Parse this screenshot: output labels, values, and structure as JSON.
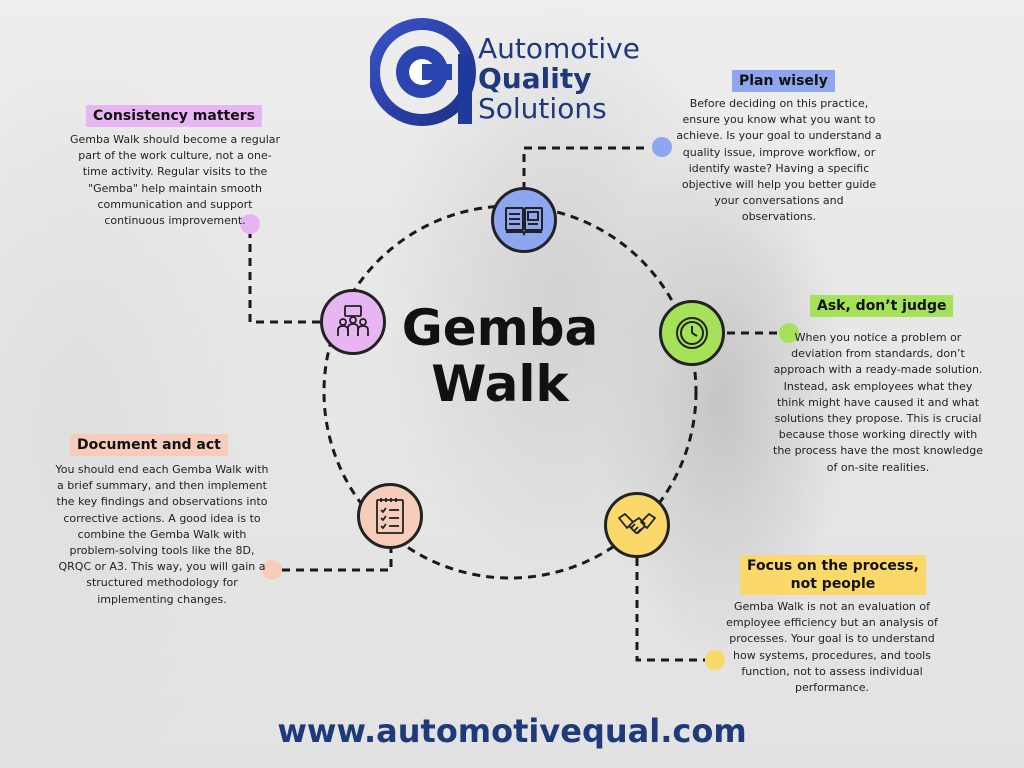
{
  "logo": {
    "line1": "Automotive",
    "line2": "Quality",
    "line3": "Solutions"
  },
  "center": {
    "line1": "Gemba",
    "line2": "Walk"
  },
  "sections": {
    "plan": {
      "title": "Plan wisely",
      "color": "#8ea5ef",
      "icon": "book-icon",
      "text": "Before deciding on this practice, ensure you know what you want to achieve. Is your goal to understand a quality issue, improve workflow, or identify waste? Having a specific objective will help you better guide your conversations and observations."
    },
    "consistency": {
      "title": "Consistency matters",
      "color": "#e7b6f2",
      "icon": "team-icon",
      "text": "Gemba Walk should become a regular part of the work culture, not a one-time activity. Regular visits to the \"Gemba\" help maintain smooth communication and support continuous improvement."
    },
    "ask": {
      "title": "Ask, don’t judge",
      "color": "#a6e15a",
      "icon": "clock-icon",
      "text": "When you notice a problem or deviation from standards, don’t approach with a ready-made solution. Instead, ask employees what they think might have caused it and what solutions they propose. This is crucial because those working directly with the process have the most knowledge of on-site realities."
    },
    "document": {
      "title": "Document and act",
      "color": "#f6cdbb",
      "icon": "checklist-icon",
      "text": "You should end each Gemba Walk with a brief summary, and then implement the key findings and observations into corrective actions. A good idea is to combine the Gemba Walk with problem-solving tools like the 8D, QRQC or A3. This way, you will gain a structured methodology for implementing changes."
    },
    "focus": {
      "title_line1": "Focus on the process,",
      "title_line2": "not people",
      "color": "#fad96a",
      "icon": "handshake-icon",
      "text": "Gemba Walk is not an evaluation of employee efficiency but an analysis of processes. Your goal is to understand how systems, procedures, and tools function, not to assess individual performance."
    }
  },
  "footer": {
    "url": "www.automotivequal.com"
  }
}
